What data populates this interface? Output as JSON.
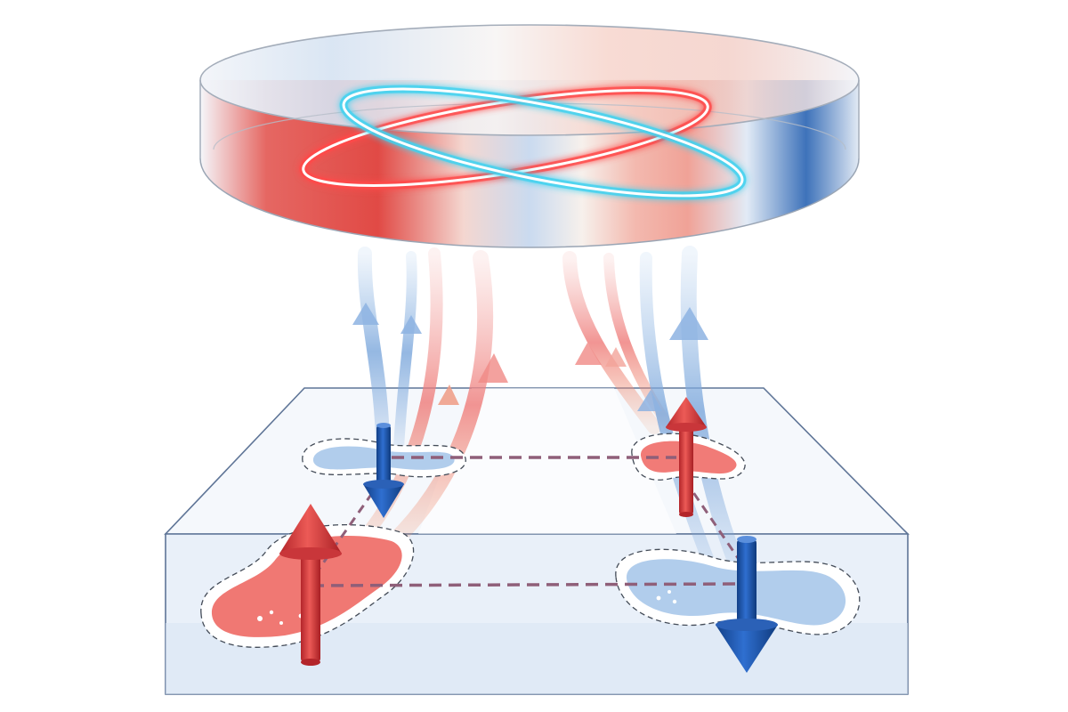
{
  "diagram": {
    "kind": "schematic",
    "labels": [],
    "colors": {
      "spin_up": "#e23b3b",
      "spin_down": "#1f5fb8",
      "spin_up_light": "#f4a5a0",
      "spin_down_light": "#a9c8ea",
      "ring_red": "#ff4a4a",
      "ring_cyan": "#3fd2f0",
      "box_edge": "#5f7597",
      "box_fill": "#eef3fa",
      "coupling_dash": "#8f5f79"
    },
    "icons": [
      "disk-reservoir",
      "ring-mode-red",
      "ring-mode-cyan",
      "flux-stream",
      "spin-up-arrow",
      "spin-down-arrow",
      "charge-puddle",
      "coupling-link"
    ],
    "sites": [
      {
        "id": "back-left",
        "spin": "down",
        "puddle": "blue"
      },
      {
        "id": "back-right",
        "spin": "up",
        "puddle": "red"
      },
      {
        "id": "front-left",
        "spin": "up",
        "puddle": "red"
      },
      {
        "id": "front-right",
        "spin": "down",
        "puddle": "blue"
      }
    ],
    "couplings": [
      {
        "from": "back-left",
        "to": "back-right"
      },
      {
        "from": "front-left",
        "to": "front-right"
      },
      {
        "from": "back-left",
        "to": "front-left"
      },
      {
        "from": "back-right",
        "to": "front-right"
      }
    ],
    "flux_streams": [
      {
        "color": "blue"
      },
      {
        "color": "blue"
      },
      {
        "color": "red"
      },
      {
        "color": "red"
      },
      {
        "color": "red"
      },
      {
        "color": "red"
      },
      {
        "color": "blue"
      },
      {
        "color": "blue"
      }
    ]
  }
}
